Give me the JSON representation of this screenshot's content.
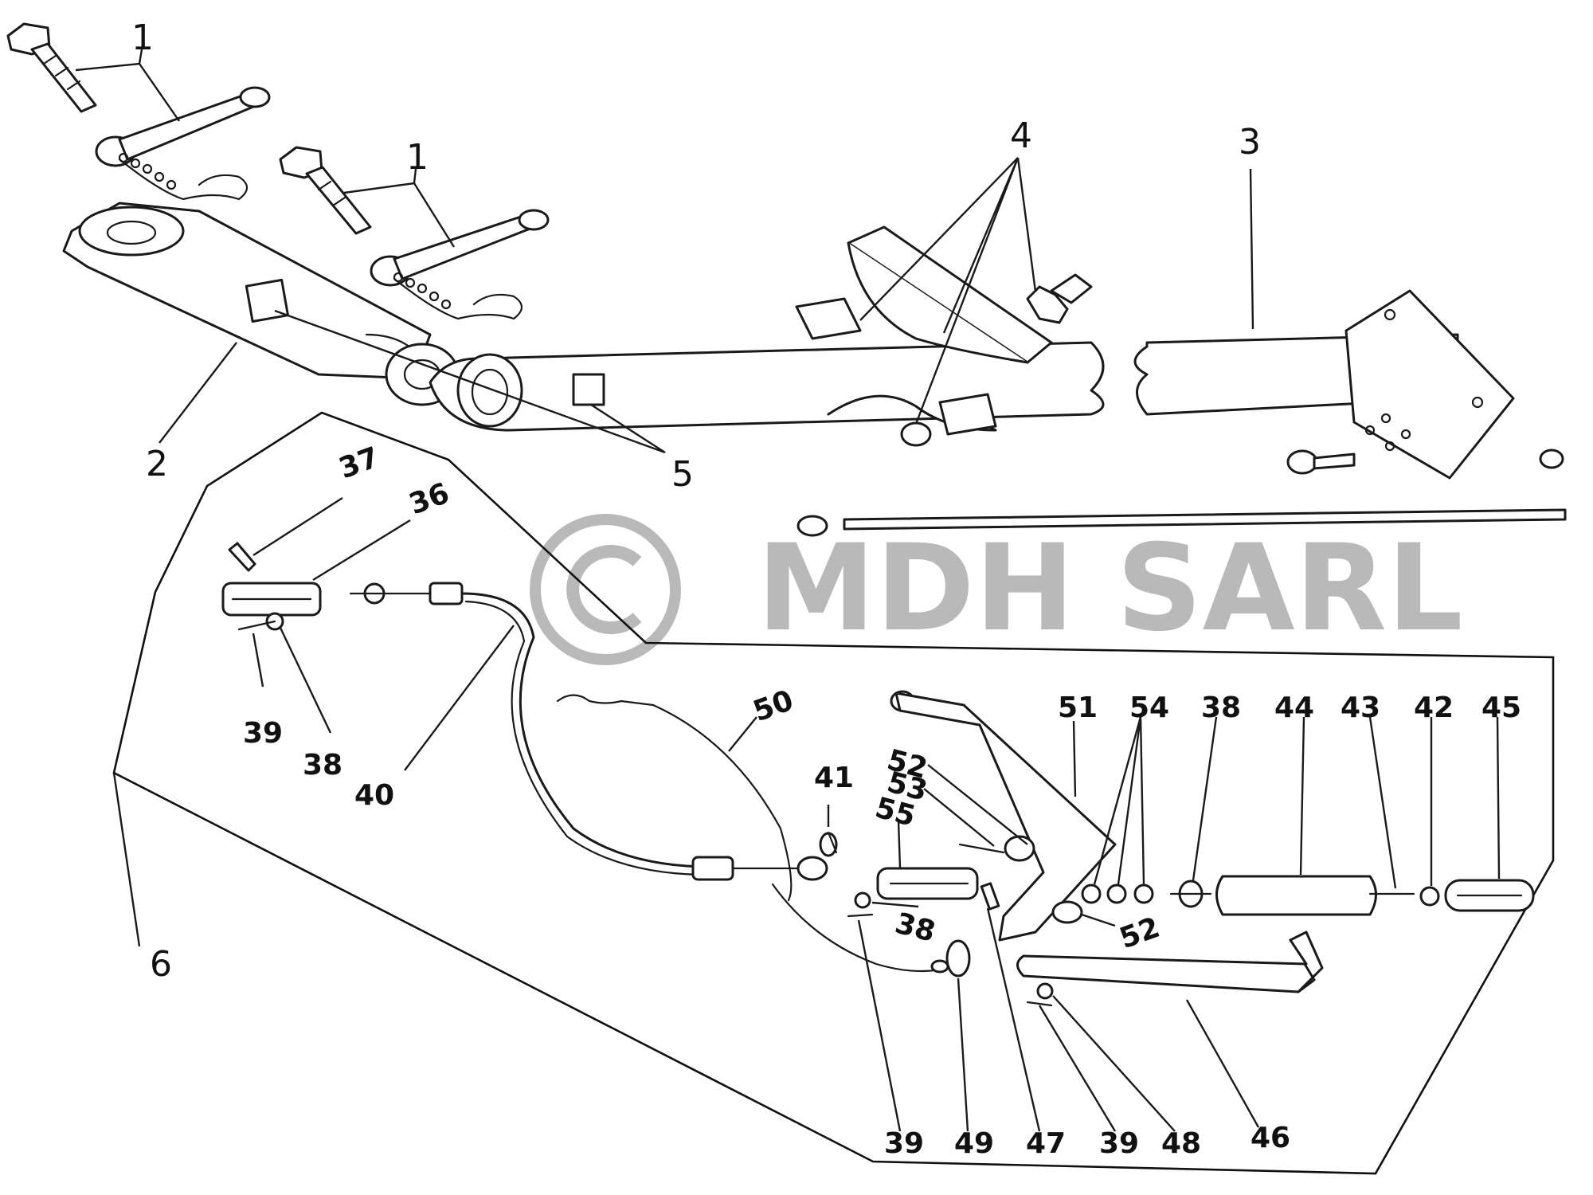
{
  "watermark": {
    "symbol": "©",
    "text": "MDH SARL",
    "color": "#b9b9b9"
  },
  "labels": {
    "l1a": "1",
    "l1b": "1",
    "l2": "2",
    "l3": "3",
    "l4": "4",
    "l5": "5",
    "l6": "6",
    "l36": "36",
    "l37": "37",
    "l38a": "38",
    "l38b": "38",
    "l38c": "38",
    "l39a": "39",
    "l39b": "39",
    "l39c": "39",
    "l40": "40",
    "l41": "41",
    "l42": "42",
    "l43": "43",
    "l44": "44",
    "l45": "45",
    "l46": "46",
    "l47": "47",
    "l48": "48",
    "l49": "49",
    "l50": "50",
    "l51": "51",
    "l52a": "52",
    "l52b": "52",
    "l53": "53",
    "l54": "54",
    "l55": "55"
  }
}
